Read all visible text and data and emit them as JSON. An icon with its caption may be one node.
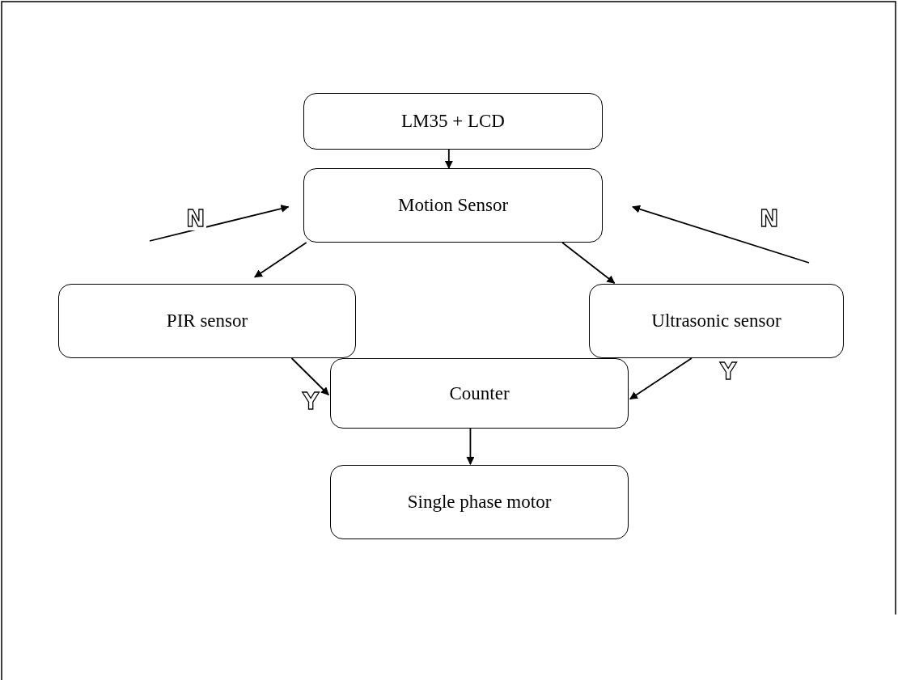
{
  "diagram": {
    "nodes": [
      {
        "text": [
          "LM35 + LCD"
        ]
      },
      {
        "text": [
          "Motion Sensor"
        ]
      },
      {
        "text": [
          "PIR sensor"
        ]
      },
      {
        "text": [
          "Ultrasonic sensor"
        ]
      },
      {
        "text": [
          "Counter"
        ]
      },
      {
        "text": [
          "Single phase motor"
        ]
      }
    ],
    "edges": [
      {
        "from": 0,
        "to": 1,
        "arrow": "to"
      },
      {
        "from": 1,
        "to": 2,
        "arrow": "to"
      },
      {
        "from": 1,
        "to": 3,
        "arrow": "to"
      },
      {
        "from": 2,
        "to": 4,
        "arrow": "to",
        "label": "Y"
      },
      {
        "from": 3,
        "to": 4,
        "arrow": "to",
        "label": "Y"
      },
      {
        "from": 4,
        "to": 5,
        "arrow": "to"
      },
      {
        "from": null,
        "to": 1,
        "arrow": "to",
        "label": "N"
      },
      {
        "from": null,
        "to": 1,
        "arrow": "to",
        "label": "N"
      }
    ]
  }
}
